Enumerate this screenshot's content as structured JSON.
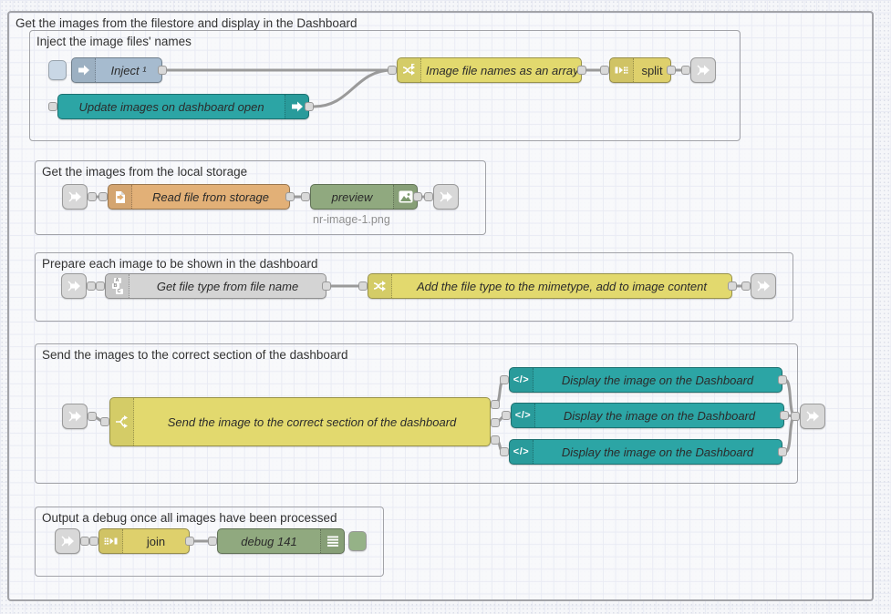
{
  "workspace": {
    "outer_group": {
      "title": "Get the images from the filestore and display in the Dashboard"
    },
    "groups": [
      {
        "title": "Inject the image files' names",
        "nodes": {
          "inject": {
            "label": "Inject ¹",
            "icon": "inject-arrow-icon"
          },
          "ui_event": {
            "label": "Update images on dashboard open",
            "icon": "arrow-right-icon"
          },
          "function": {
            "label": "Image file names as an array",
            "icon": "shuffle-icon"
          },
          "split": {
            "label": "split",
            "icon": "split-icon"
          }
        }
      },
      {
        "title": "Get the images from the local storage",
        "nodes": {
          "file_in": {
            "label": "Read file from storage",
            "icon": "file-in-icon"
          },
          "preview": {
            "label": "preview",
            "icon": "image-icon",
            "status": "nr-image-1.png"
          }
        }
      },
      {
        "title": "Prepare each image to be shown in the dashboard",
        "nodes": {
          "filetype": {
            "label": "Get file type from file name",
            "icon": "abc-icon"
          },
          "change": {
            "label": "Add the file type to the mimetype, add to image content",
            "icon": "shuffle-icon"
          }
        }
      },
      {
        "title": "Send the images to the correct section of the dashboard",
        "nodes": {
          "switch": {
            "label": "Send the image to the correct section of the dashboard",
            "icon": "fork-icon"
          },
          "display1": {
            "label": "Display the image on the Dashboard",
            "icon": "code-icon"
          },
          "display2": {
            "label": "Display the image on the Dashboard",
            "icon": "code-icon"
          },
          "display3": {
            "label": "Display the image on the Dashboard",
            "icon": "code-icon"
          }
        }
      },
      {
        "title": "Output a debug once all images have been processed",
        "nodes": {
          "join": {
            "label": "join",
            "icon": "join-icon"
          },
          "debug": {
            "label": "debug 141",
            "icon": "debug-lines-icon"
          }
        }
      }
    ],
    "icons": {
      "code_glyph": "</>",
      "abc": [
        "A",
        "B",
        "C"
      ]
    },
    "colors": {
      "inject": "#a6bbcf",
      "inject-btn": "#c9d7e5",
      "teal": "#2CA5A5",
      "yellow": "#E2D96E",
      "splitjoin": "#DED06C",
      "file": "#E2B077",
      "gray": "#D4D4D4",
      "green": "#90A97F",
      "debug-btn": "#95B287",
      "link": "#D8D8D8"
    }
  }
}
